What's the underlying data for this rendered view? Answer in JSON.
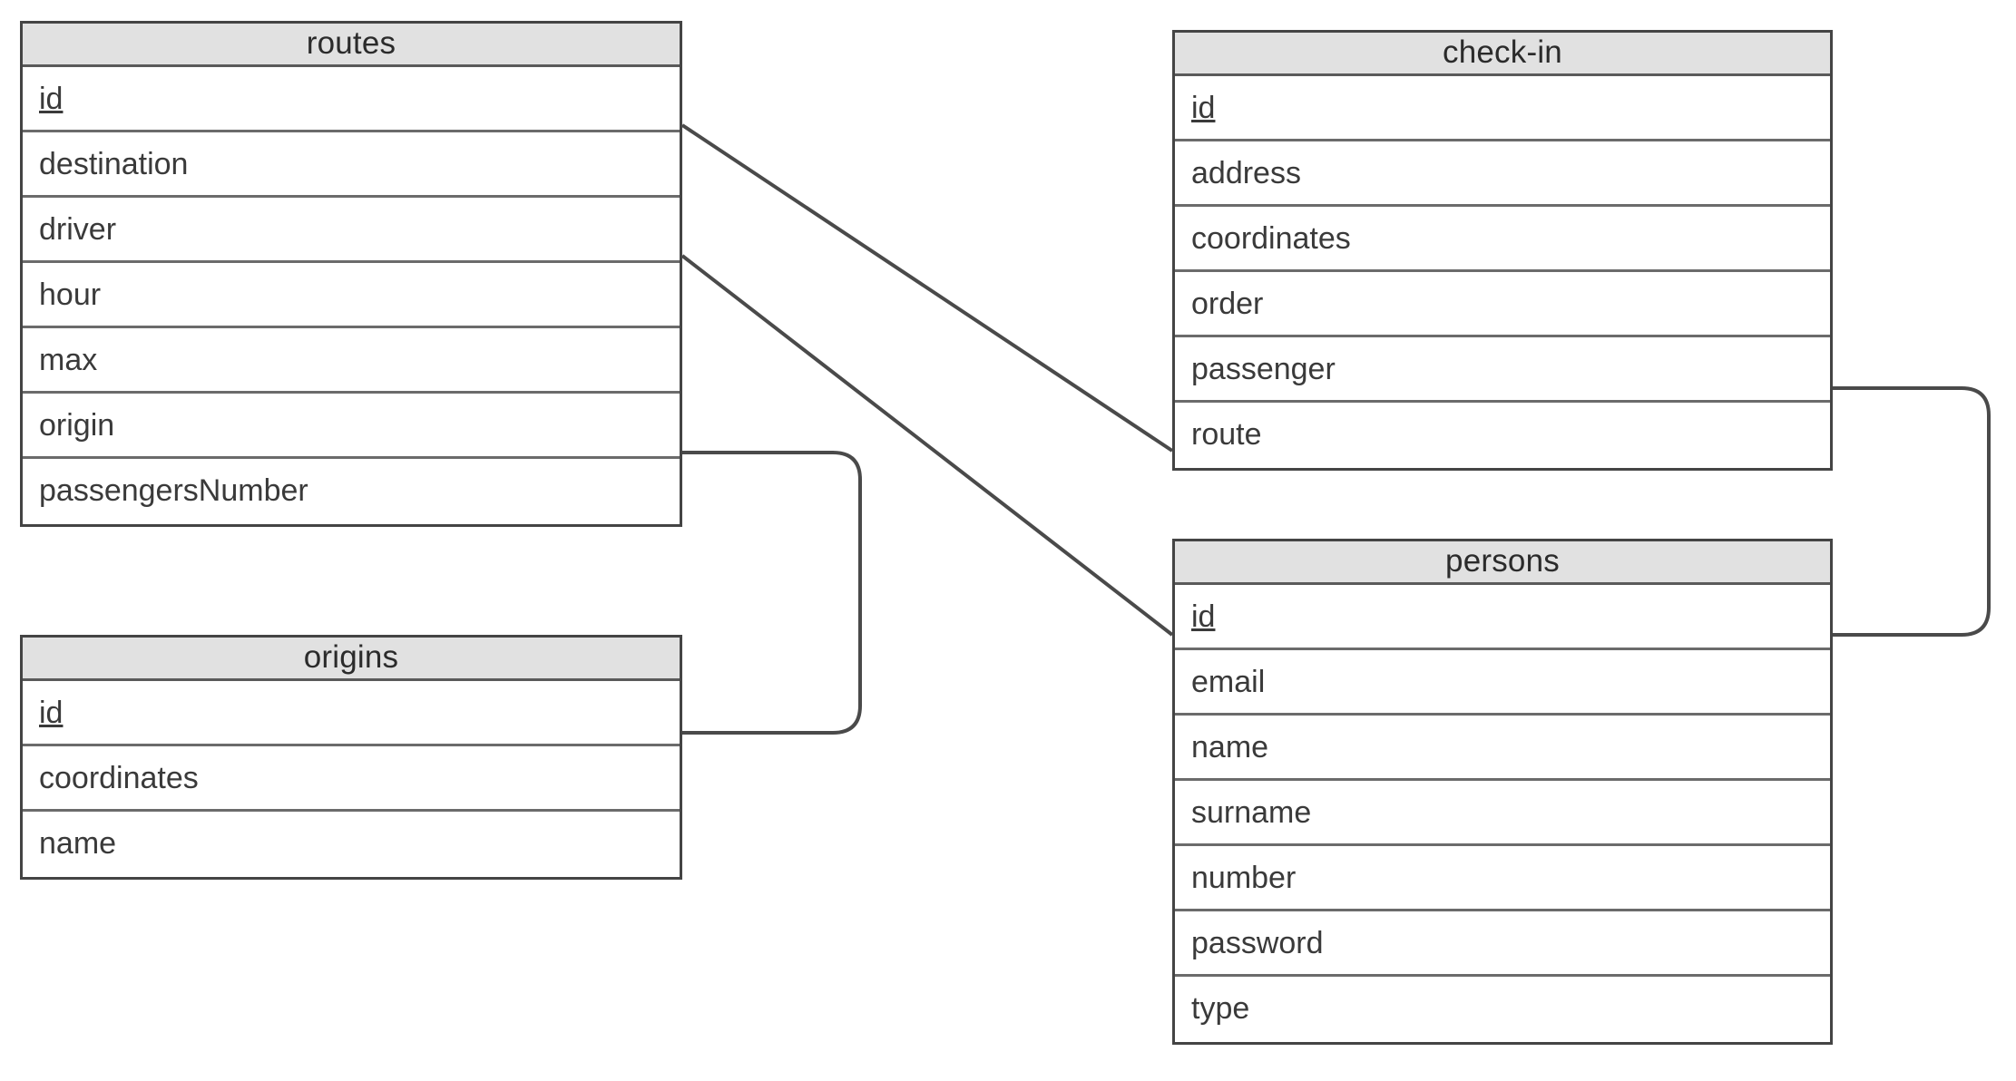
{
  "diagram": {
    "title": "Database schema entity-relationship diagram",
    "colors": {
      "background": "#ffffff",
      "entity_border": "#444444",
      "header_fill": "#e1e1e1",
      "row_divider": "#6b6b6b",
      "text": "#3a3a3a",
      "edge_stroke": "#4a4a4a"
    }
  },
  "entities": [
    {
      "id": "routes",
      "name": "routes",
      "attributes": [
        {
          "name": "id",
          "key": "primary"
        },
        {
          "name": "destination",
          "key": "none"
        },
        {
          "name": "driver",
          "key": "none"
        },
        {
          "name": "hour",
          "key": "none"
        },
        {
          "name": "max",
          "key": "none"
        },
        {
          "name": "origin",
          "key": "none"
        },
        {
          "name": "passengersNumber",
          "key": "none"
        }
      ]
    },
    {
      "id": "origins",
      "name": "origins",
      "attributes": [
        {
          "name": "id",
          "key": "primary"
        },
        {
          "name": "coordinates",
          "key": "none"
        },
        {
          "name": "name",
          "key": "none"
        }
      ]
    },
    {
      "id": "check-in",
      "name": "check-in",
      "attributes": [
        {
          "name": "id",
          "key": "primary"
        },
        {
          "name": "address",
          "key": "none"
        },
        {
          "name": "coordinates",
          "key": "none"
        },
        {
          "name": "order",
          "key": "none"
        },
        {
          "name": "passenger",
          "key": "none"
        },
        {
          "name": "route",
          "key": "none"
        }
      ]
    },
    {
      "id": "persons",
      "name": "persons",
      "attributes": [
        {
          "name": "id",
          "key": "primary"
        },
        {
          "name": "email",
          "key": "none"
        },
        {
          "name": "name",
          "key": "none"
        },
        {
          "name": "surname",
          "key": "none"
        },
        {
          "name": "number",
          "key": "none"
        },
        {
          "name": "password",
          "key": "none"
        },
        {
          "name": "type",
          "key": "none"
        }
      ]
    }
  ],
  "relationships": [
    {
      "id": "routes-id-to-checkin-route",
      "from_entity": "routes",
      "from_attribute": "id",
      "to_entity": "check-in",
      "to_attribute": "route",
      "style": "diagonal"
    },
    {
      "id": "routes-driver-to-persons-id",
      "from_entity": "routes",
      "from_attribute": "driver",
      "to_entity": "persons",
      "to_attribute": "id",
      "style": "diagonal"
    },
    {
      "id": "routes-origin-to-origins-id",
      "from_entity": "routes",
      "from_attribute": "origin",
      "to_entity": "origins",
      "to_attribute": "id",
      "style": "orthogonal-loop-right"
    },
    {
      "id": "checkin-passenger-to-persons-id",
      "from_entity": "check-in",
      "from_attribute": "passenger",
      "to_entity": "persons",
      "to_attribute": "id",
      "style": "orthogonal-loop-right"
    }
  ]
}
